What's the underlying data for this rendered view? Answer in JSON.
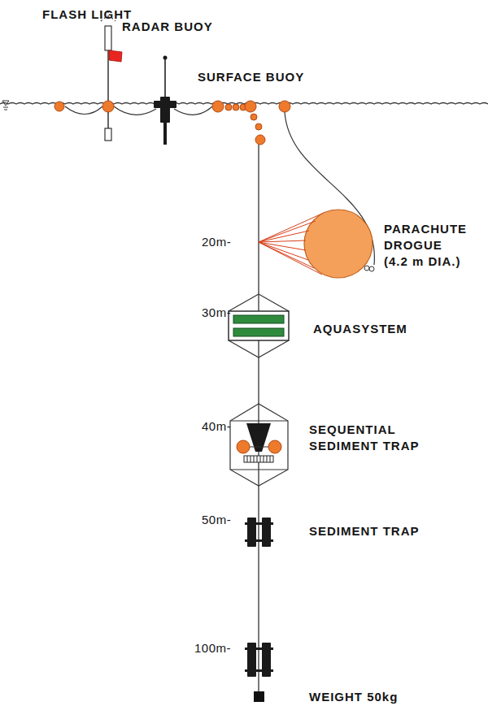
{
  "diagram": {
    "labels": [
      "FLASH LIGHT",
      "RADAR BUOY",
      "SURFACE BUOY",
      "20m-",
      "PARACHUTE DROGUE (4.2 m DIA.)",
      "30m-",
      "AQUASYSTEM",
      "40m-",
      "SEQUENTIAL SEDIMENT TRAP",
      "50m-",
      "SEDIMENT TRAP",
      "100m-",
      "WEIGHT 50kg"
    ]
  }
}
